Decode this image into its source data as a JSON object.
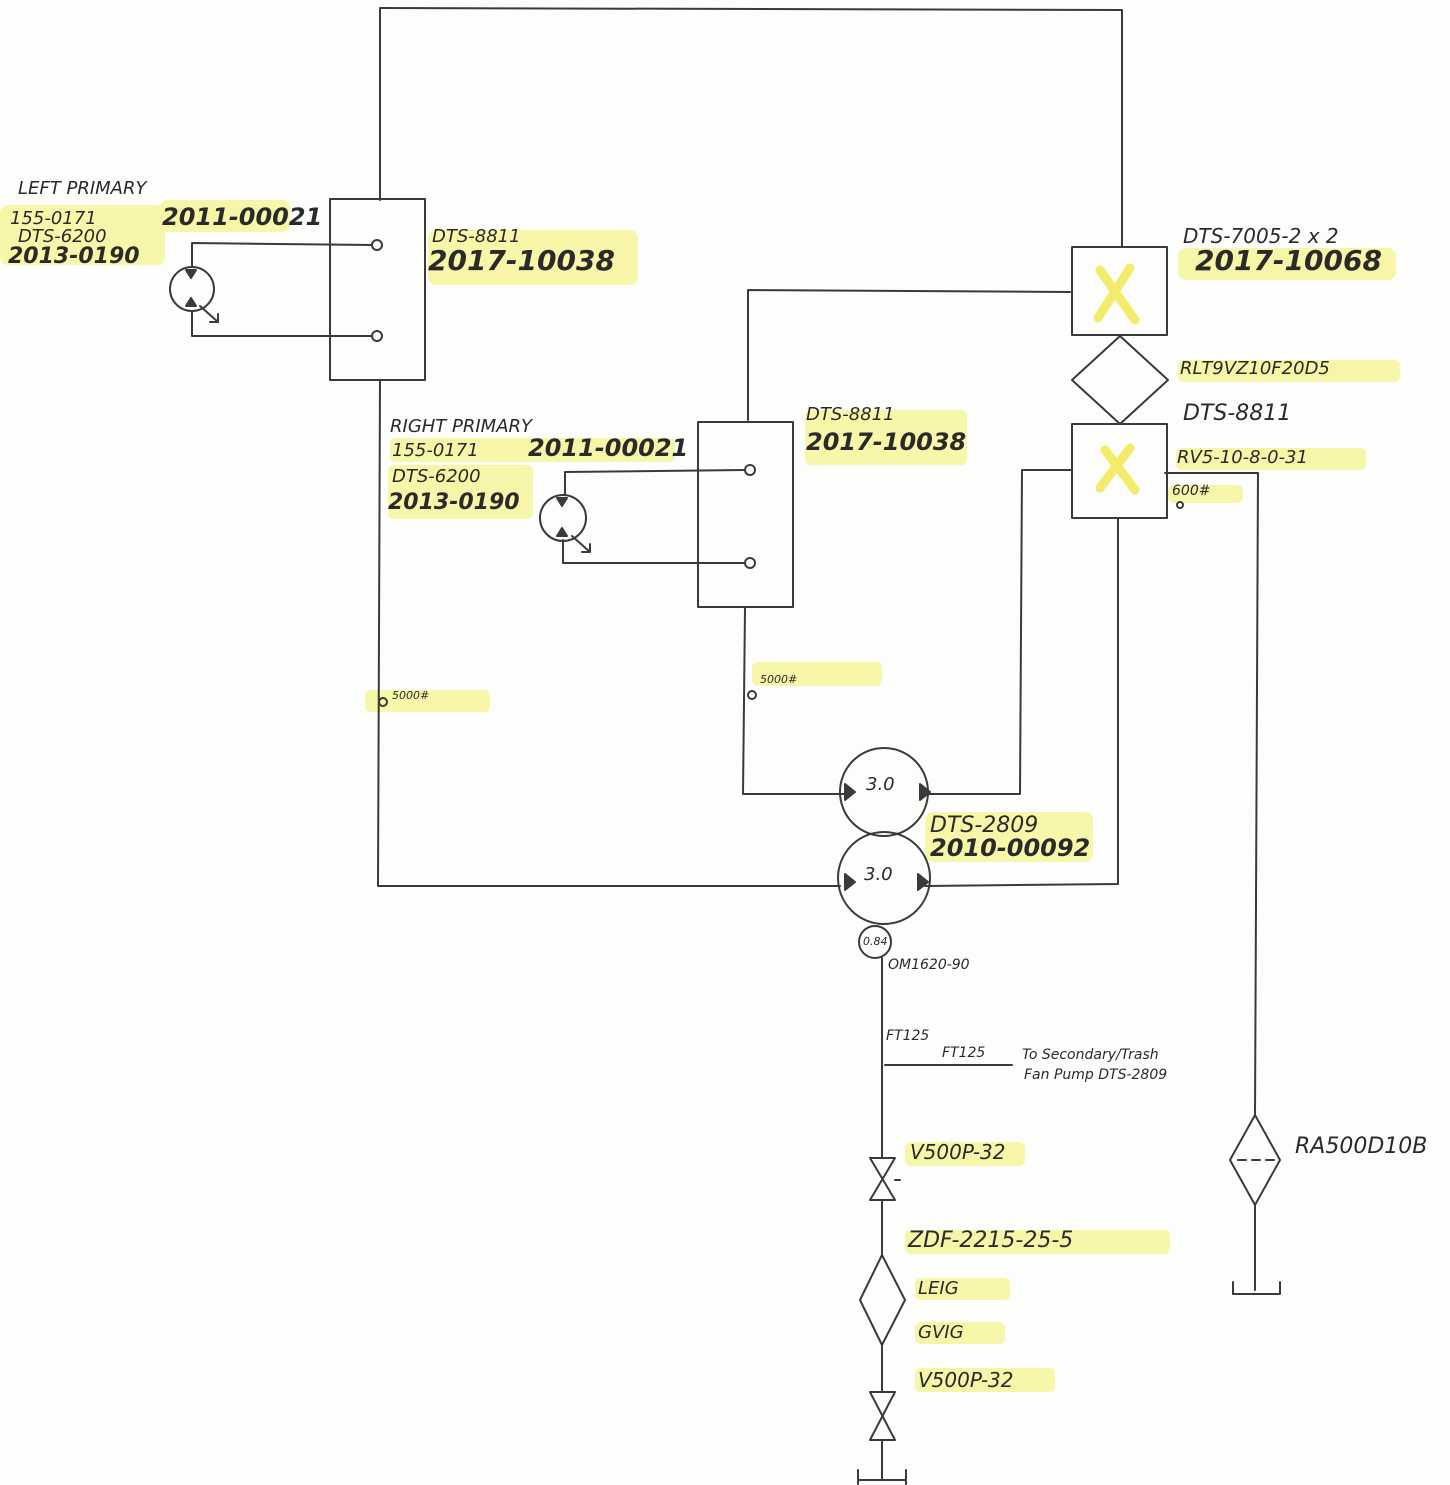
{
  "left_primary": {
    "title": "LEFT PRIMARY",
    "part": "155-0171",
    "dts": "DTS-6200",
    "serial": "2013-0190",
    "serial2": "2011-00021",
    "valve_dts": "DTS-8811",
    "valve_serial": "2017-10038"
  },
  "right_primary": {
    "title": "RIGHT PRIMARY",
    "part": "155-0171",
    "serial2": "2011-00021",
    "dts": "DTS-6200",
    "serial": "2013-0190",
    "valve_dts": "DTS-8811",
    "valve_serial": "2017-10038"
  },
  "top_right": {
    "dts": "DTS-7005-2 x 2",
    "serial": "2017-10068",
    "relief": "RLT9VZ10F20D5",
    "dts2": "DTS-8811",
    "rv": "RV5-10-8-0-31",
    "psi": "600#"
  },
  "gauges": {
    "left": "5000#",
    "mid": "5000#"
  },
  "pump": {
    "upper_value": "3.0",
    "lower_value": "3.0",
    "dts": "DTS-2809",
    "serial": "2010-00092",
    "small_value": "0.84",
    "motor": "OM1620-90"
  },
  "suction": {
    "fitting1": "FT125",
    "fitting2": "FT125",
    "to_secondary_line1": "To Secondary/Trash",
    "to_secondary_line2": "Fan Pump DTS-2809",
    "valve1": "V500P-32",
    "strainer": "ZDF-2215-25-5",
    "note1": "LEIG",
    "note2": "GVIG",
    "valve2": "V500P-32"
  },
  "return": {
    "filter": "RA500D10B"
  }
}
